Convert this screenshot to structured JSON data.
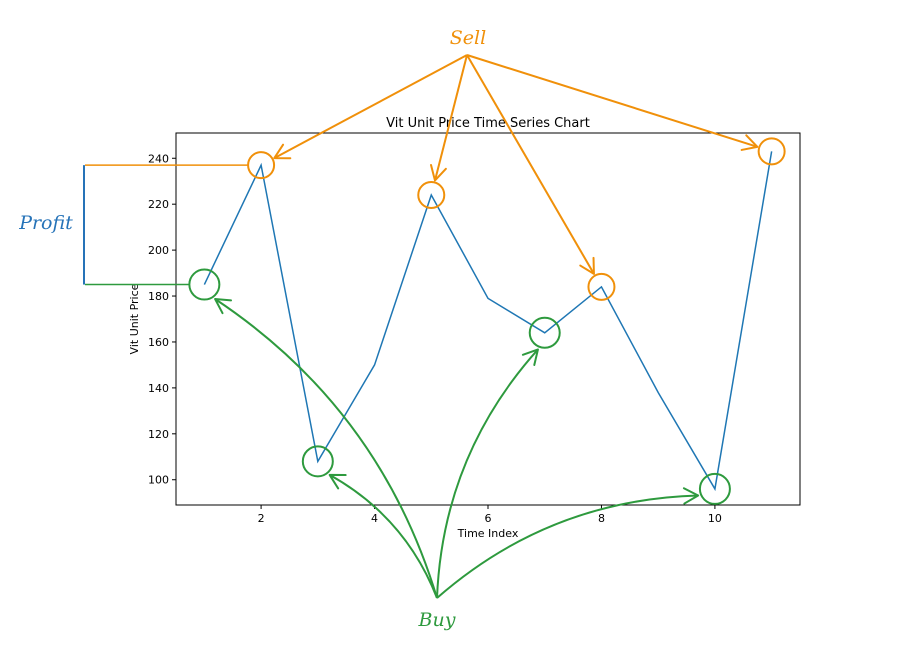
{
  "chart_data": {
    "type": "line",
    "title": "Vit Unit Price Time Series Chart",
    "xlabel": "Time Index",
    "ylabel": "Vit Unit Price",
    "xlim": [
      0.5,
      11.5
    ],
    "ylim": [
      89,
      251
    ],
    "x_ticks": [
      2,
      4,
      6,
      8,
      10
    ],
    "y_ticks": [
      100,
      120,
      140,
      160,
      180,
      200,
      220,
      240
    ],
    "grid": false,
    "series": [
      {
        "color": "#1f77b4",
        "x": [
          1,
          2,
          3,
          4,
          5,
          6,
          7,
          8,
          9,
          10,
          11
        ],
        "y": [
          185,
          237,
          108,
          150,
          224,
          179,
          164,
          184,
          138,
          96,
          243
        ]
      }
    ]
  },
  "annotations": {
    "sell_label": "Sell",
    "buy_label": "Buy",
    "profit_label": "Profit",
    "sell_color": "#f0900a",
    "buy_color": "#2e9a3e",
    "profit_color": "#2673b8",
    "sell_points": [
      2,
      5,
      8,
      11
    ],
    "buy_points": [
      1,
      3,
      7,
      10
    ]
  }
}
